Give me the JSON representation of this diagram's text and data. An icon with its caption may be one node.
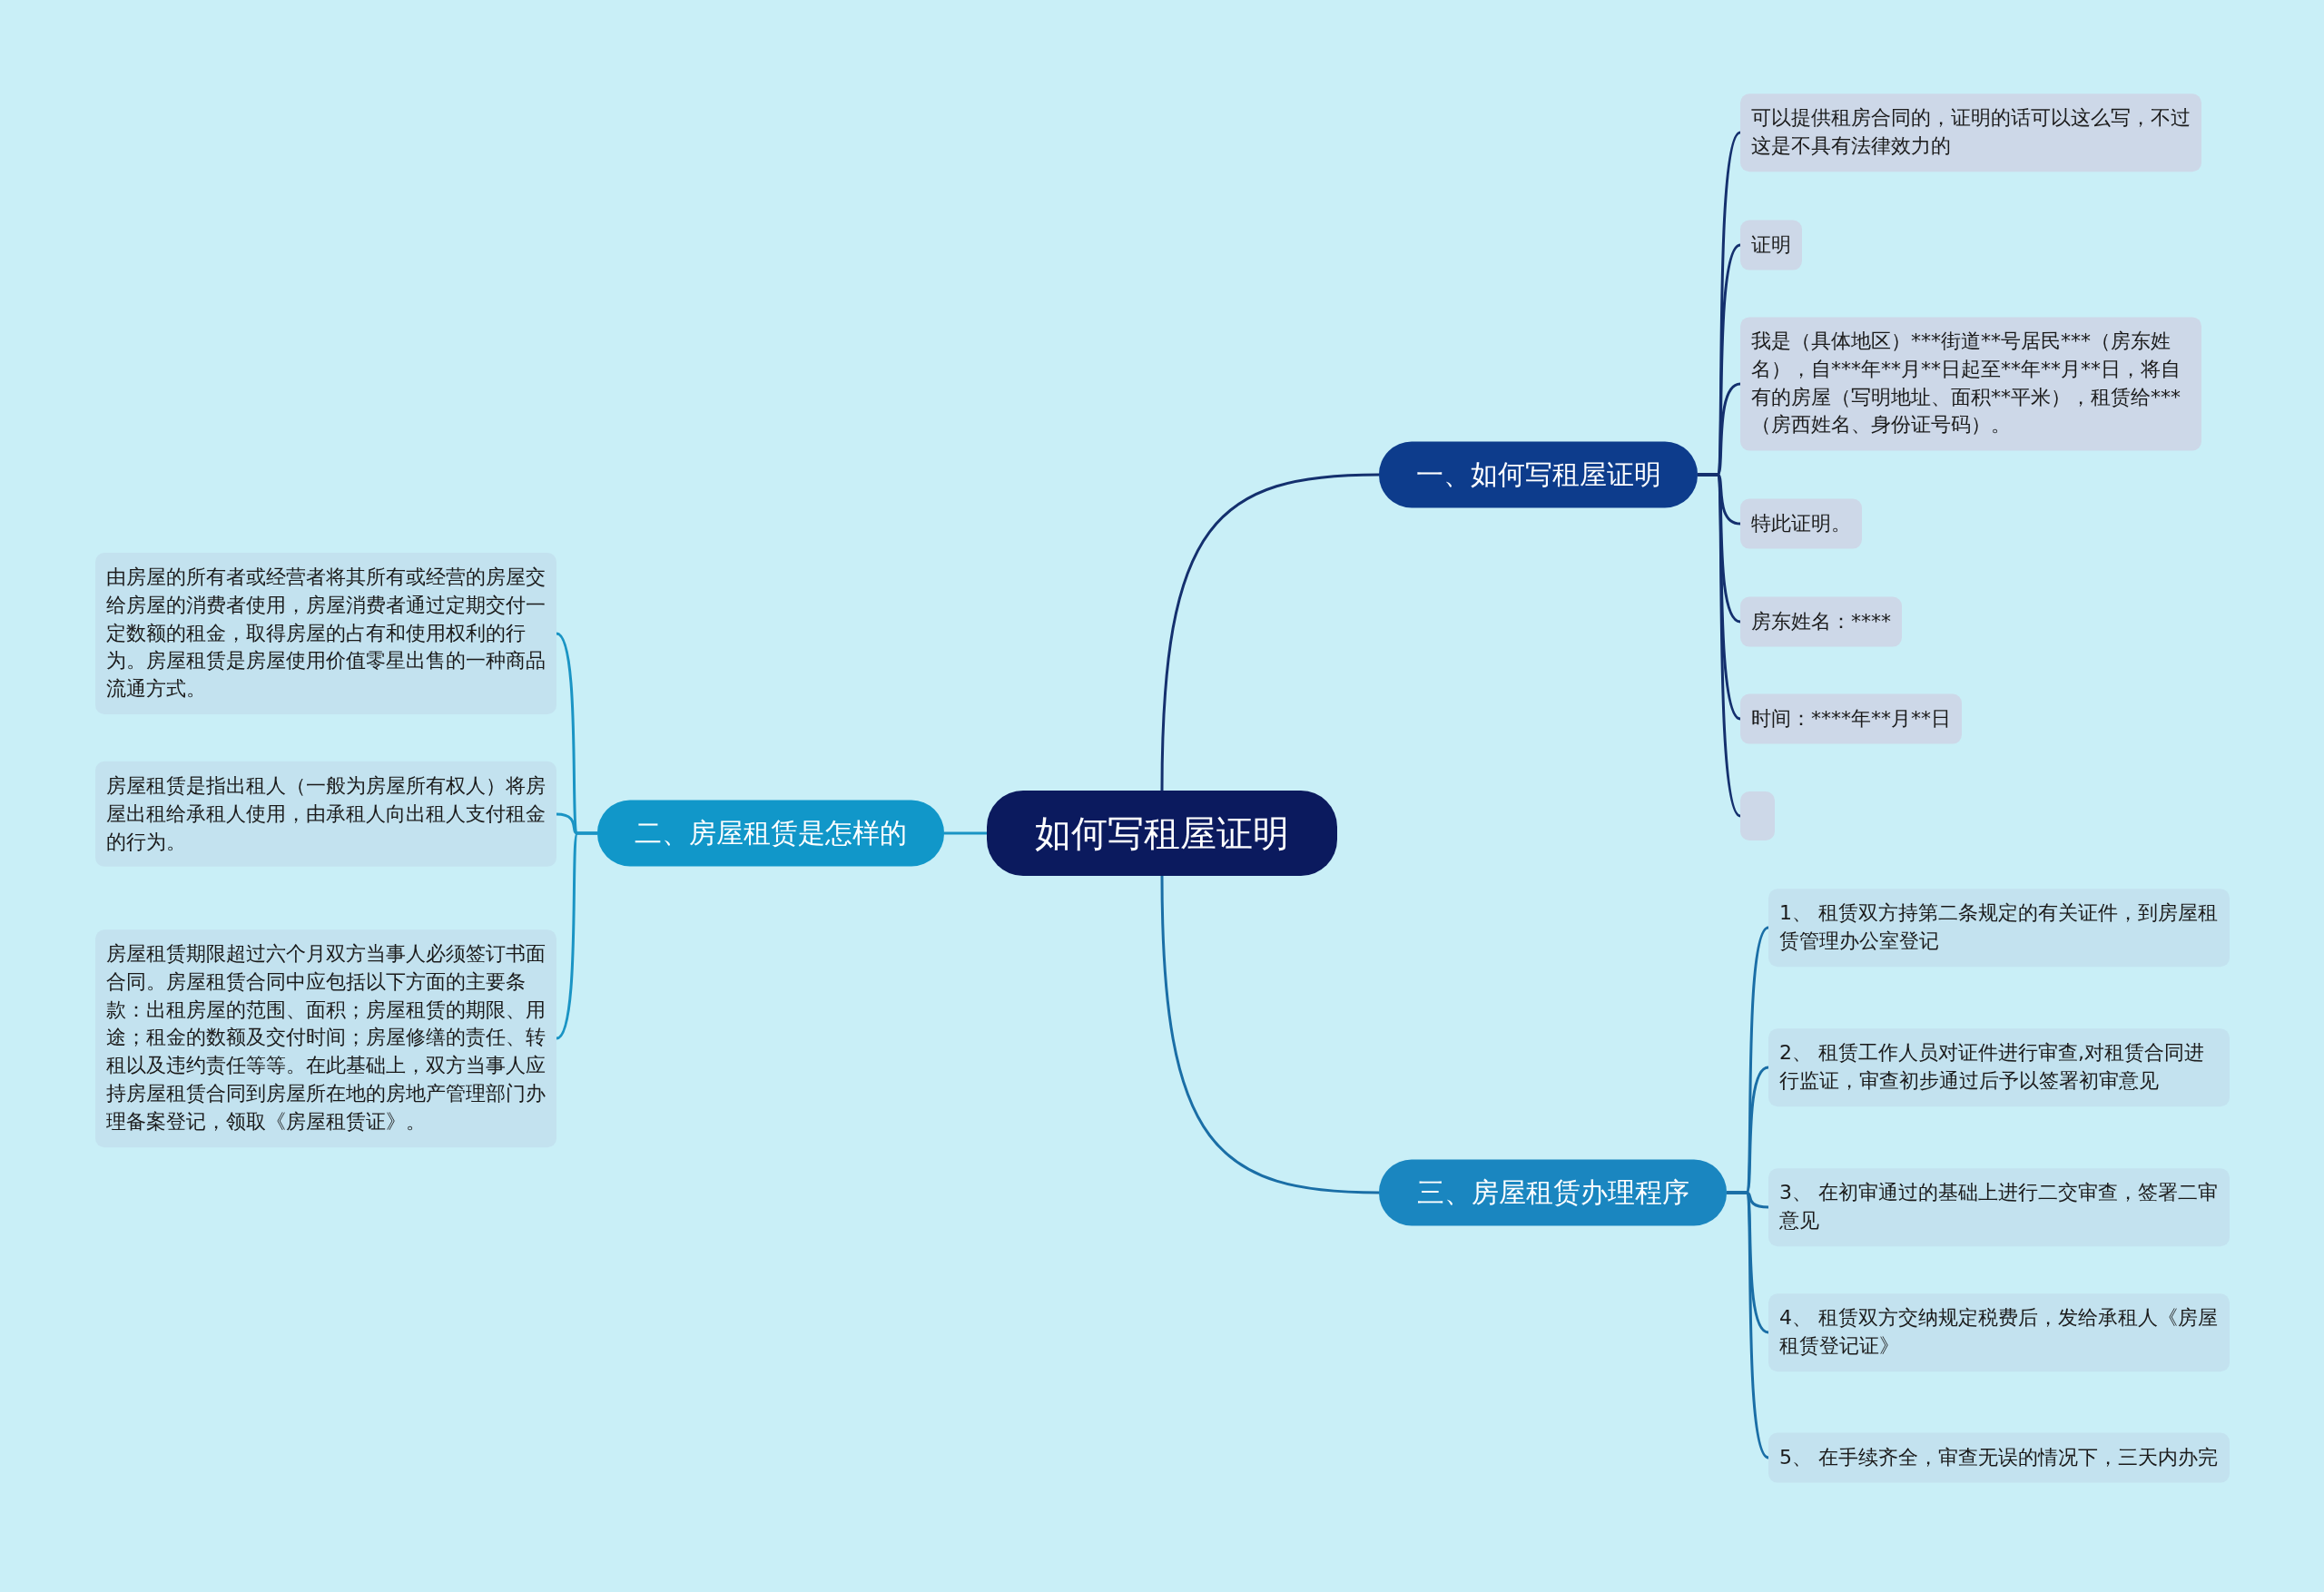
{
  "diagram": {
    "nodes": [
      {
        "text": [
          "如何写租屋证明"
        ]
      },
      {
        "text": [
          "一、如何写租屋证明"
        ]
      },
      {
        "text": [
          "可以提供租房合同的，证明的话可以这么写，不过这是不具有法律效力的"
        ]
      },
      {
        "text": [
          "证明"
        ]
      },
      {
        "text": [
          "我是（具体地区）***街道**号居民***（房东姓名），自***年**月**日起至**年**月**日，将自有的房屋（写明地址、面积**平米），租赁给***（房西姓名、身份证号码）。"
        ]
      },
      {
        "text": [
          "特此证明。"
        ]
      },
      {
        "text": [
          "房东姓名：****"
        ]
      },
      {
        "text": [
          "时间：****年**月**日"
        ]
      },
      {
        "text": [],
        "shape": "box"
      },
      {
        "text": [
          "二、房屋租赁是怎样的"
        ]
      },
      {
        "text": [
          "由房屋的所有者或经营者将其所有或经营的房屋交给房屋的消费者使用，房屋消费者通过定期交付一定数额的租金，取得房屋的占有和使用权利的行为。房屋租赁是房屋使用价值零星出售的一种商品流通方式。"
        ]
      },
      {
        "text": [
          "房屋租赁是指出租人（一般为房屋所有权人）将房屋出租给承租人使用，由承租人向出租人支付租金的行为。"
        ]
      },
      {
        "text": [
          "房屋租赁期限超过六个月双方当事人必须签订书面合同。房屋租赁合同中应包括以下方面的主要条款：出租房屋的范围、面积；房屋租赁的期限、用途；租金的数额及交付时间；房屋修缮的责任、转租以及违约责任等等。在此基础上，双方当事人应持房屋租赁合同到房屋所在地的房地产管理部门办理备案登记，领取《房屋租赁证》。"
        ]
      },
      {
        "text": [
          "三、房屋租赁办理程序"
        ]
      },
      {
        "text": [
          "1、 租赁双方持第二条规定的有关证件，到房屋租赁管理办公室登记"
        ]
      },
      {
        "text": [
          "2、 租赁工作人员对证件进行审查,对租赁合同进行监证，审查初步通过后予以签署初审意见"
        ]
      },
      {
        "text": [
          "3、 在初审通过的基础上进行二交审查，签署二审意见"
        ]
      },
      {
        "text": [
          "4、 租赁双方交纳规定税费后，发给承租人《房屋租赁登记证》"
        ]
      },
      {
        "text": [
          "5、 在手续齐全，审查无误的情况下，三天内办完"
        ]
      }
    ],
    "edges": [
      {
        "from": 0,
        "to": 1,
        "arrow": "none",
        "color": "#14306e"
      },
      {
        "from": 1,
        "to": 2,
        "arrow": "none",
        "color": "#14306e"
      },
      {
        "from": 1,
        "to": 3,
        "arrow": "none",
        "color": "#14306e"
      },
      {
        "from": 1,
        "to": 4,
        "arrow": "none",
        "color": "#14306e"
      },
      {
        "from": 1,
        "to": 5,
        "arrow": "none",
        "color": "#14306e"
      },
      {
        "from": 1,
        "to": 6,
        "arrow": "none",
        "color": "#14306e"
      },
      {
        "from": 1,
        "to": 7,
        "arrow": "none",
        "color": "#14306e"
      },
      {
        "from": 1,
        "to": 8,
        "arrow": "none",
        "color": "#14306e"
      },
      {
        "from": 0,
        "to": 9,
        "arrow": "none",
        "color": "#1a94c4"
      },
      {
        "from": 9,
        "to": 10,
        "arrow": "none",
        "color": "#1a94c4"
      },
      {
        "from": 9,
        "to": 11,
        "arrow": "none",
        "color": "#1a94c4"
      },
      {
        "from": 9,
        "to": 12,
        "arrow": "none",
        "color": "#1a94c4"
      },
      {
        "from": 0,
        "to": 13,
        "arrow": "none",
        "color": "#1a6ea6"
      },
      {
        "from": 13,
        "to": 14,
        "arrow": "none",
        "color": "#1a6ea6"
      },
      {
        "from": 13,
        "to": 15,
        "arrow": "none",
        "color": "#1a6ea6"
      },
      {
        "from": 13,
        "to": 16,
        "arrow": "none",
        "color": "#1a6ea6"
      },
      {
        "from": 13,
        "to": 17,
        "arrow": "none",
        "color": "#1a6ea6"
      },
      {
        "from": 13,
        "to": 18,
        "arrow": "none",
        "color": "#1a6ea6"
      }
    ]
  }
}
